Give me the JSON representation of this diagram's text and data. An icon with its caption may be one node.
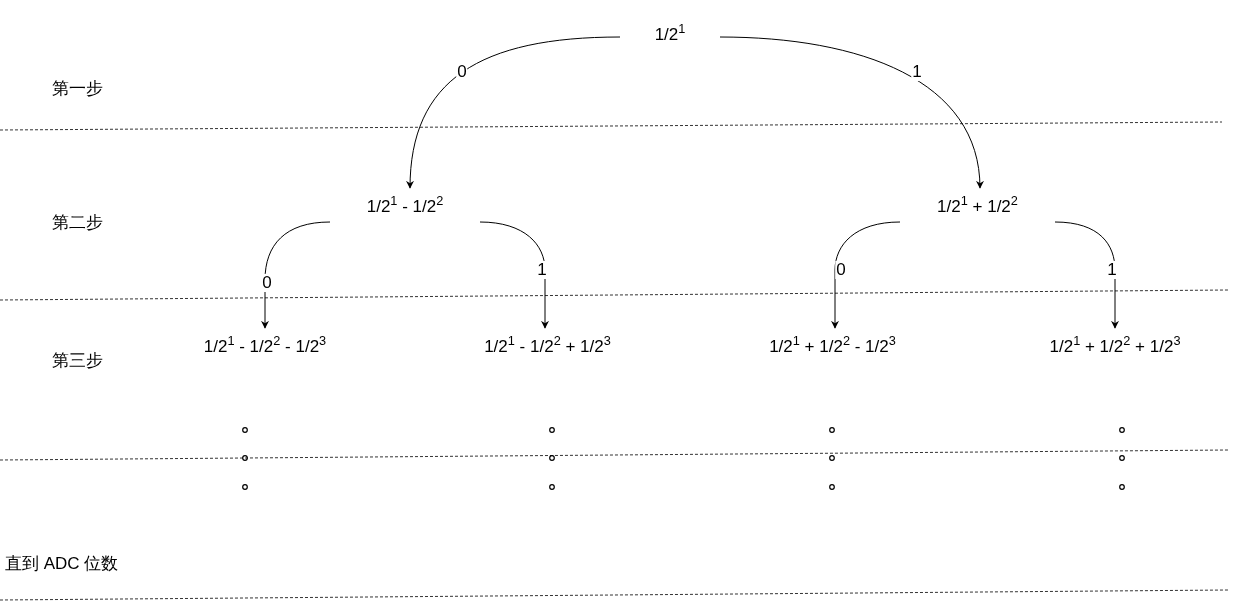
{
  "diagram": {
    "nodes": [
      {
        "text": [
          "1/2$^{1}$"
        ]
      },
      {
        "text": [
          "1/2$^{1}$ - 1/2$^{2}$"
        ]
      },
      {
        "text": [
          "1/2$^{1}$ + 1/2$^{2}$"
        ]
      },
      {
        "text": [
          "1/2$^{1}$ - 1/2$^{2}$ - 1/2$^{3}$"
        ]
      },
      {
        "text": [
          "1/2$^{1}$ - 1/2$^{2}$ + 1/2$^{3}$"
        ]
      },
      {
        "text": [
          "1/2$^{1}$ + 1/2$^{2}$ - 1/2$^{3}$"
        ]
      },
      {
        "text": [
          "1/2$^{1}$ + 1/2$^{2}$ + 1/2$^{3}$"
        ]
      }
    ],
    "edges": [
      {
        "from": 0,
        "to": 1,
        "arrow": "to",
        "label": "0"
      },
      {
        "from": 0,
        "to": 2,
        "arrow": "to",
        "label": "1"
      },
      {
        "from": 1,
        "to": 3,
        "arrow": "to",
        "label": "0"
      },
      {
        "from": 1,
        "to": 4,
        "arrow": "to",
        "label": "1"
      },
      {
        "from": 2,
        "to": 5,
        "arrow": "to",
        "label": "0"
      },
      {
        "from": 2,
        "to": 6,
        "arrow": "to",
        "label": "1"
      }
    ],
    "labels": [
      "第一步",
      "第二步",
      "第三步",
      "直到 ADC 位数"
    ]
  }
}
